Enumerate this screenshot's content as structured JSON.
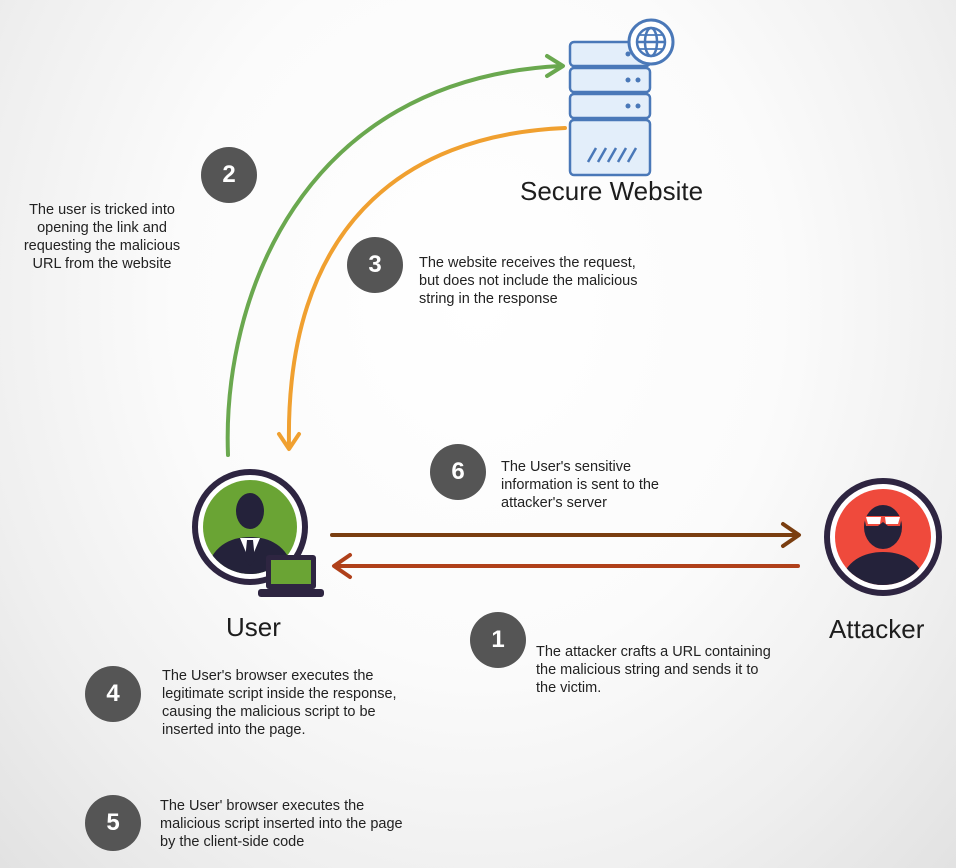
{
  "nodes": {
    "website": {
      "label": "Secure Website"
    },
    "user": {
      "label": "User"
    },
    "attacker": {
      "label": "Attacker"
    }
  },
  "steps": [
    {
      "number": "1",
      "text": "The attacker crafts a URL containing the malicious string and sends it to the victim."
    },
    {
      "number": "2",
      "text": "The user is tricked into opening the link and requesting the malicious URL from the website"
    },
    {
      "number": "3",
      "text": "The website receives the request, but does not include the malicious string in the response"
    },
    {
      "number": "4",
      "text": "The User's browser executes the legitimate script inside the response, causing the malicious script to be inserted into the page."
    },
    {
      "number": "5",
      "text": "The User' browser executes the malicious script inserted into the page by the client-side code"
    },
    {
      "number": "6",
      "text": "The User's sensitive information is sent to the attacker's server"
    }
  ],
  "icons": {
    "website": "server-globe-icon",
    "user": "user-laptop-icon",
    "attacker": "hacker-icon"
  },
  "colors": {
    "request_arrow": "#6aa84f",
    "response_arrow": "#f0a030",
    "exfil_arrow": "#7a3e10",
    "send_arrow": "#b0401a",
    "badge": "#555555",
    "user_green": "#6aa434",
    "attacker_red": "#ef4a3c",
    "server_blue": "#5b8ccf"
  }
}
